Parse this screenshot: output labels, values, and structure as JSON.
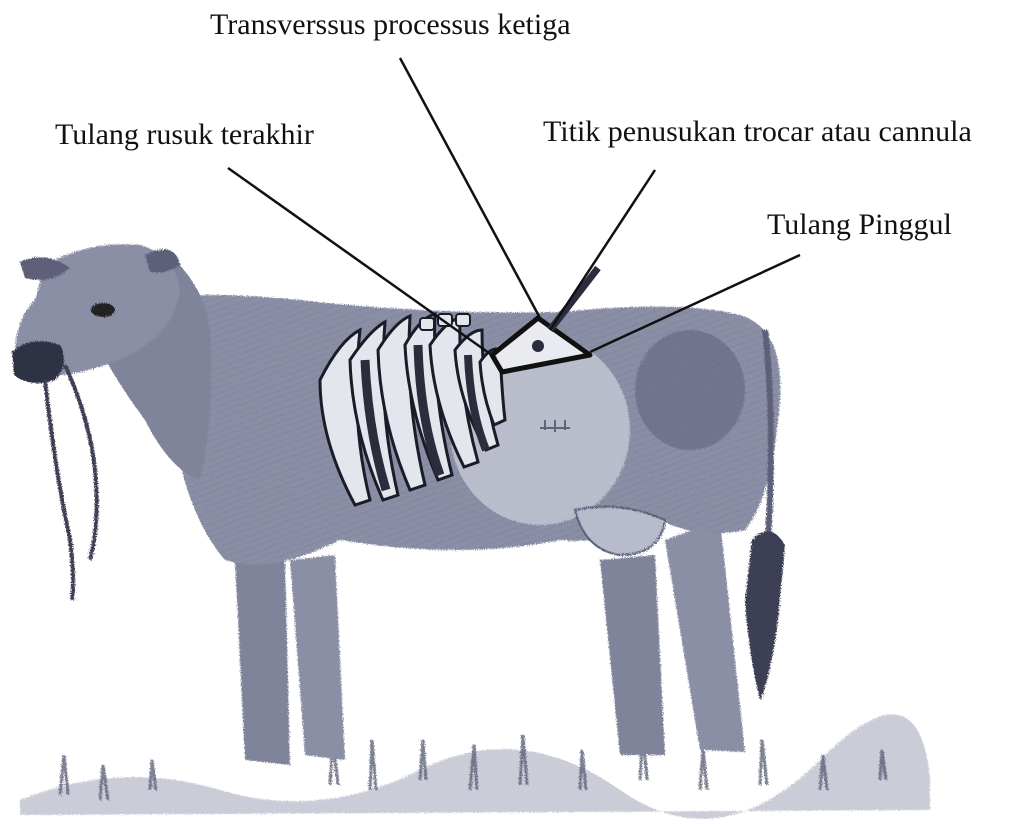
{
  "labels": {
    "transverse_process": "Transverssus processus ketiga",
    "last_rib": "Tulang rusuk terakhir",
    "trocar_point": "Titik penusukan trocar atau cannula",
    "hip_bone": "Tulang Pinggul"
  },
  "colors": {
    "ink": "#111111",
    "body": "#8a8fa6",
    "body_dark": "#5d6178",
    "body_light": "#c9ccd8",
    "grass": "#6b7088"
  }
}
